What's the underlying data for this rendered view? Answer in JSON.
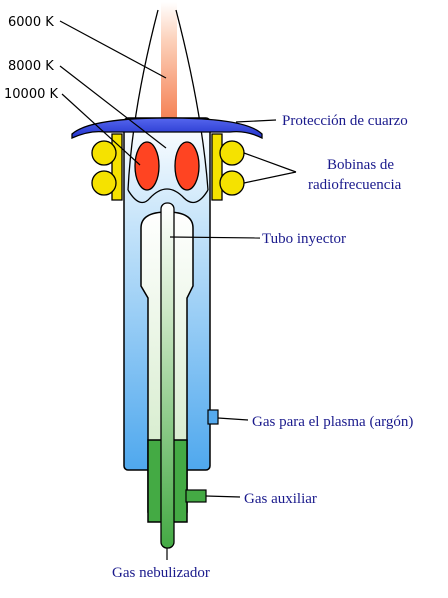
{
  "temperatures": {
    "t1": "6000 K",
    "t2": "8000 K",
    "t3": "10000 K"
  },
  "labels": {
    "quartz_shield": "Protección de cuarzo",
    "rf_coils_line1": "Bobinas de",
    "rf_coils_line2": "radiofrecuencia",
    "injector_tube": "Tubo inyector",
    "plasma_gas": "Gas para el plasma (argón)",
    "auxiliary_gas": "Gas auxiliar",
    "nebulizer_gas": "Gas nebulizador"
  },
  "colors": {
    "outer_tube": "#55aaee",
    "middle_tube": "#e6f2dc",
    "inner_tube": "#44aa44",
    "coil": "#f5e200",
    "quartz": "#3344dd",
    "plasma_core": "#ff4422",
    "text_labels": "#1a1a8c"
  }
}
